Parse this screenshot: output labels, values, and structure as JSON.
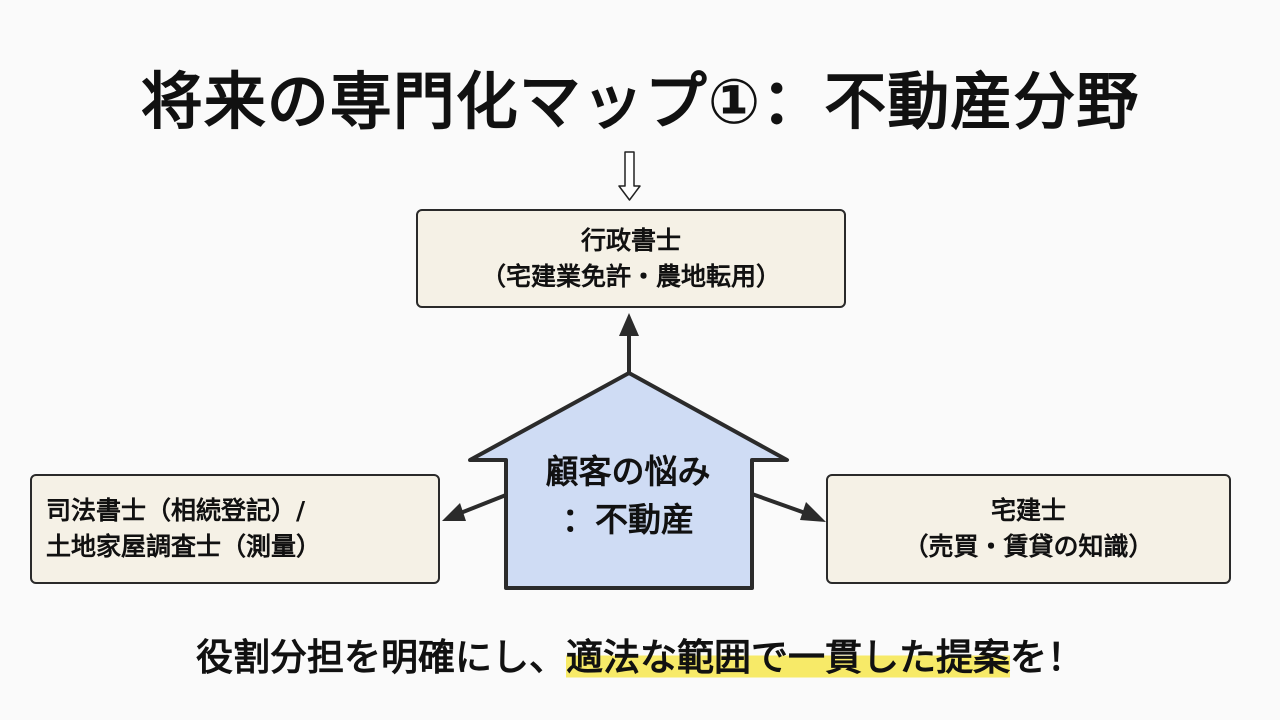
{
  "title": "将来の専門化マップ①：不動産分野",
  "center": {
    "line1": "顧客の悩み",
    "line2": "：不動産"
  },
  "boxes": {
    "top": {
      "line1": "行政書士",
      "line2": "（宅建業免許・農地転用）"
    },
    "left": {
      "line1": "司法書士（相続登記）/",
      "line2": "土地家屋調査士（測量）"
    },
    "right": {
      "line1": "宅建士",
      "line2": "（売買・賃貸の知識）"
    }
  },
  "footer": {
    "prefix": "役割分担を明確にし、",
    "highlight": "適法な範囲で一貫した提案",
    "suffix": "を！"
  },
  "colors": {
    "house_fill": "#cfdcf4",
    "box_fill": "#f5f1e6",
    "highlight": "#f7ea68"
  }
}
